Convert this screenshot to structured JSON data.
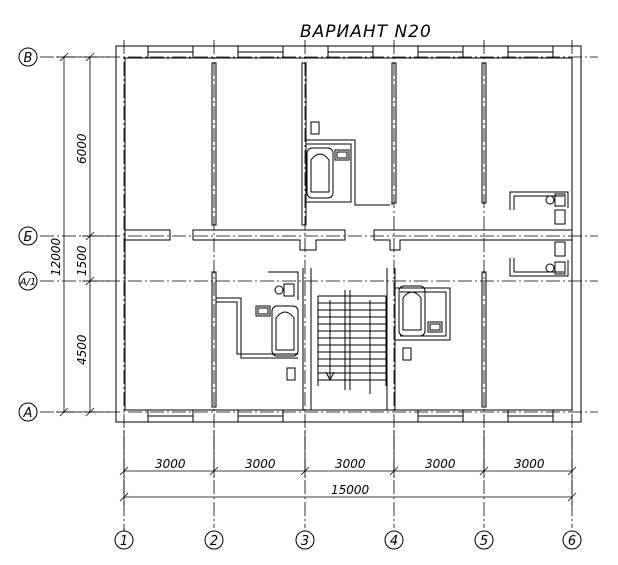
{
  "title": "ВАРИАНТ N20",
  "axes": {
    "columns": [
      "1",
      "2",
      "3",
      "4",
      "5",
      "6"
    ],
    "rows": [
      "В",
      "Б",
      "А/1",
      "А"
    ]
  },
  "dimensions": {
    "bays": [
      "3000",
      "3000",
      "3000",
      "3000",
      "3000"
    ],
    "overall_width": "15000",
    "vertical_segments": [
      "6000",
      "1500",
      "4500"
    ],
    "overall_depth": "12000"
  },
  "colors": {
    "line": "#000000",
    "background": "#ffffff"
  }
}
